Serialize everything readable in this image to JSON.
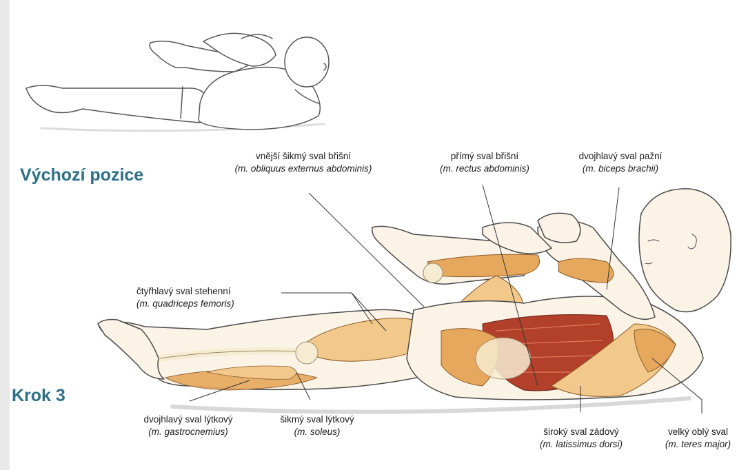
{
  "sections": {
    "start_position": "Výchozí pozice",
    "step": "Krok 3"
  },
  "labels": [
    {
      "id": "oblique",
      "common": "vnější šikmý sval břišní",
      "latin": "(m. obliquus externus abdominis)"
    },
    {
      "id": "rectus",
      "common": "přímý sval břišní",
      "latin": "(m. rectus abdominis)"
    },
    {
      "id": "biceps",
      "common": "dvojhlavý sval pažní",
      "latin": "(m. biceps brachii)"
    },
    {
      "id": "quadriceps",
      "common": "čtyřhlavý sval stehenní",
      "latin": "(m. quadriceps femoris)"
    },
    {
      "id": "gastrocnemius",
      "common": "dvojhlavý sval lýtkový",
      "latin": "(m. gastrocnemius)"
    },
    {
      "id": "soleus",
      "common": "šikmý sval lýtkový",
      "latin": "(m. soleus)"
    },
    {
      "id": "latissimus",
      "common": "široký sval zádový",
      "latin": "(m. latissimus dorsi)"
    },
    {
      "id": "teres",
      "common": "velký oblý sval",
      "latin": "(m. teres major)"
    }
  ],
  "colors": {
    "title": "#2d6f86",
    "muscle_light": "#f2c98a",
    "muscle_mid": "#e6a85c",
    "muscle_dark": "#b2402a",
    "outline": "#4a4a4a",
    "bone": "#f6ecd2"
  }
}
